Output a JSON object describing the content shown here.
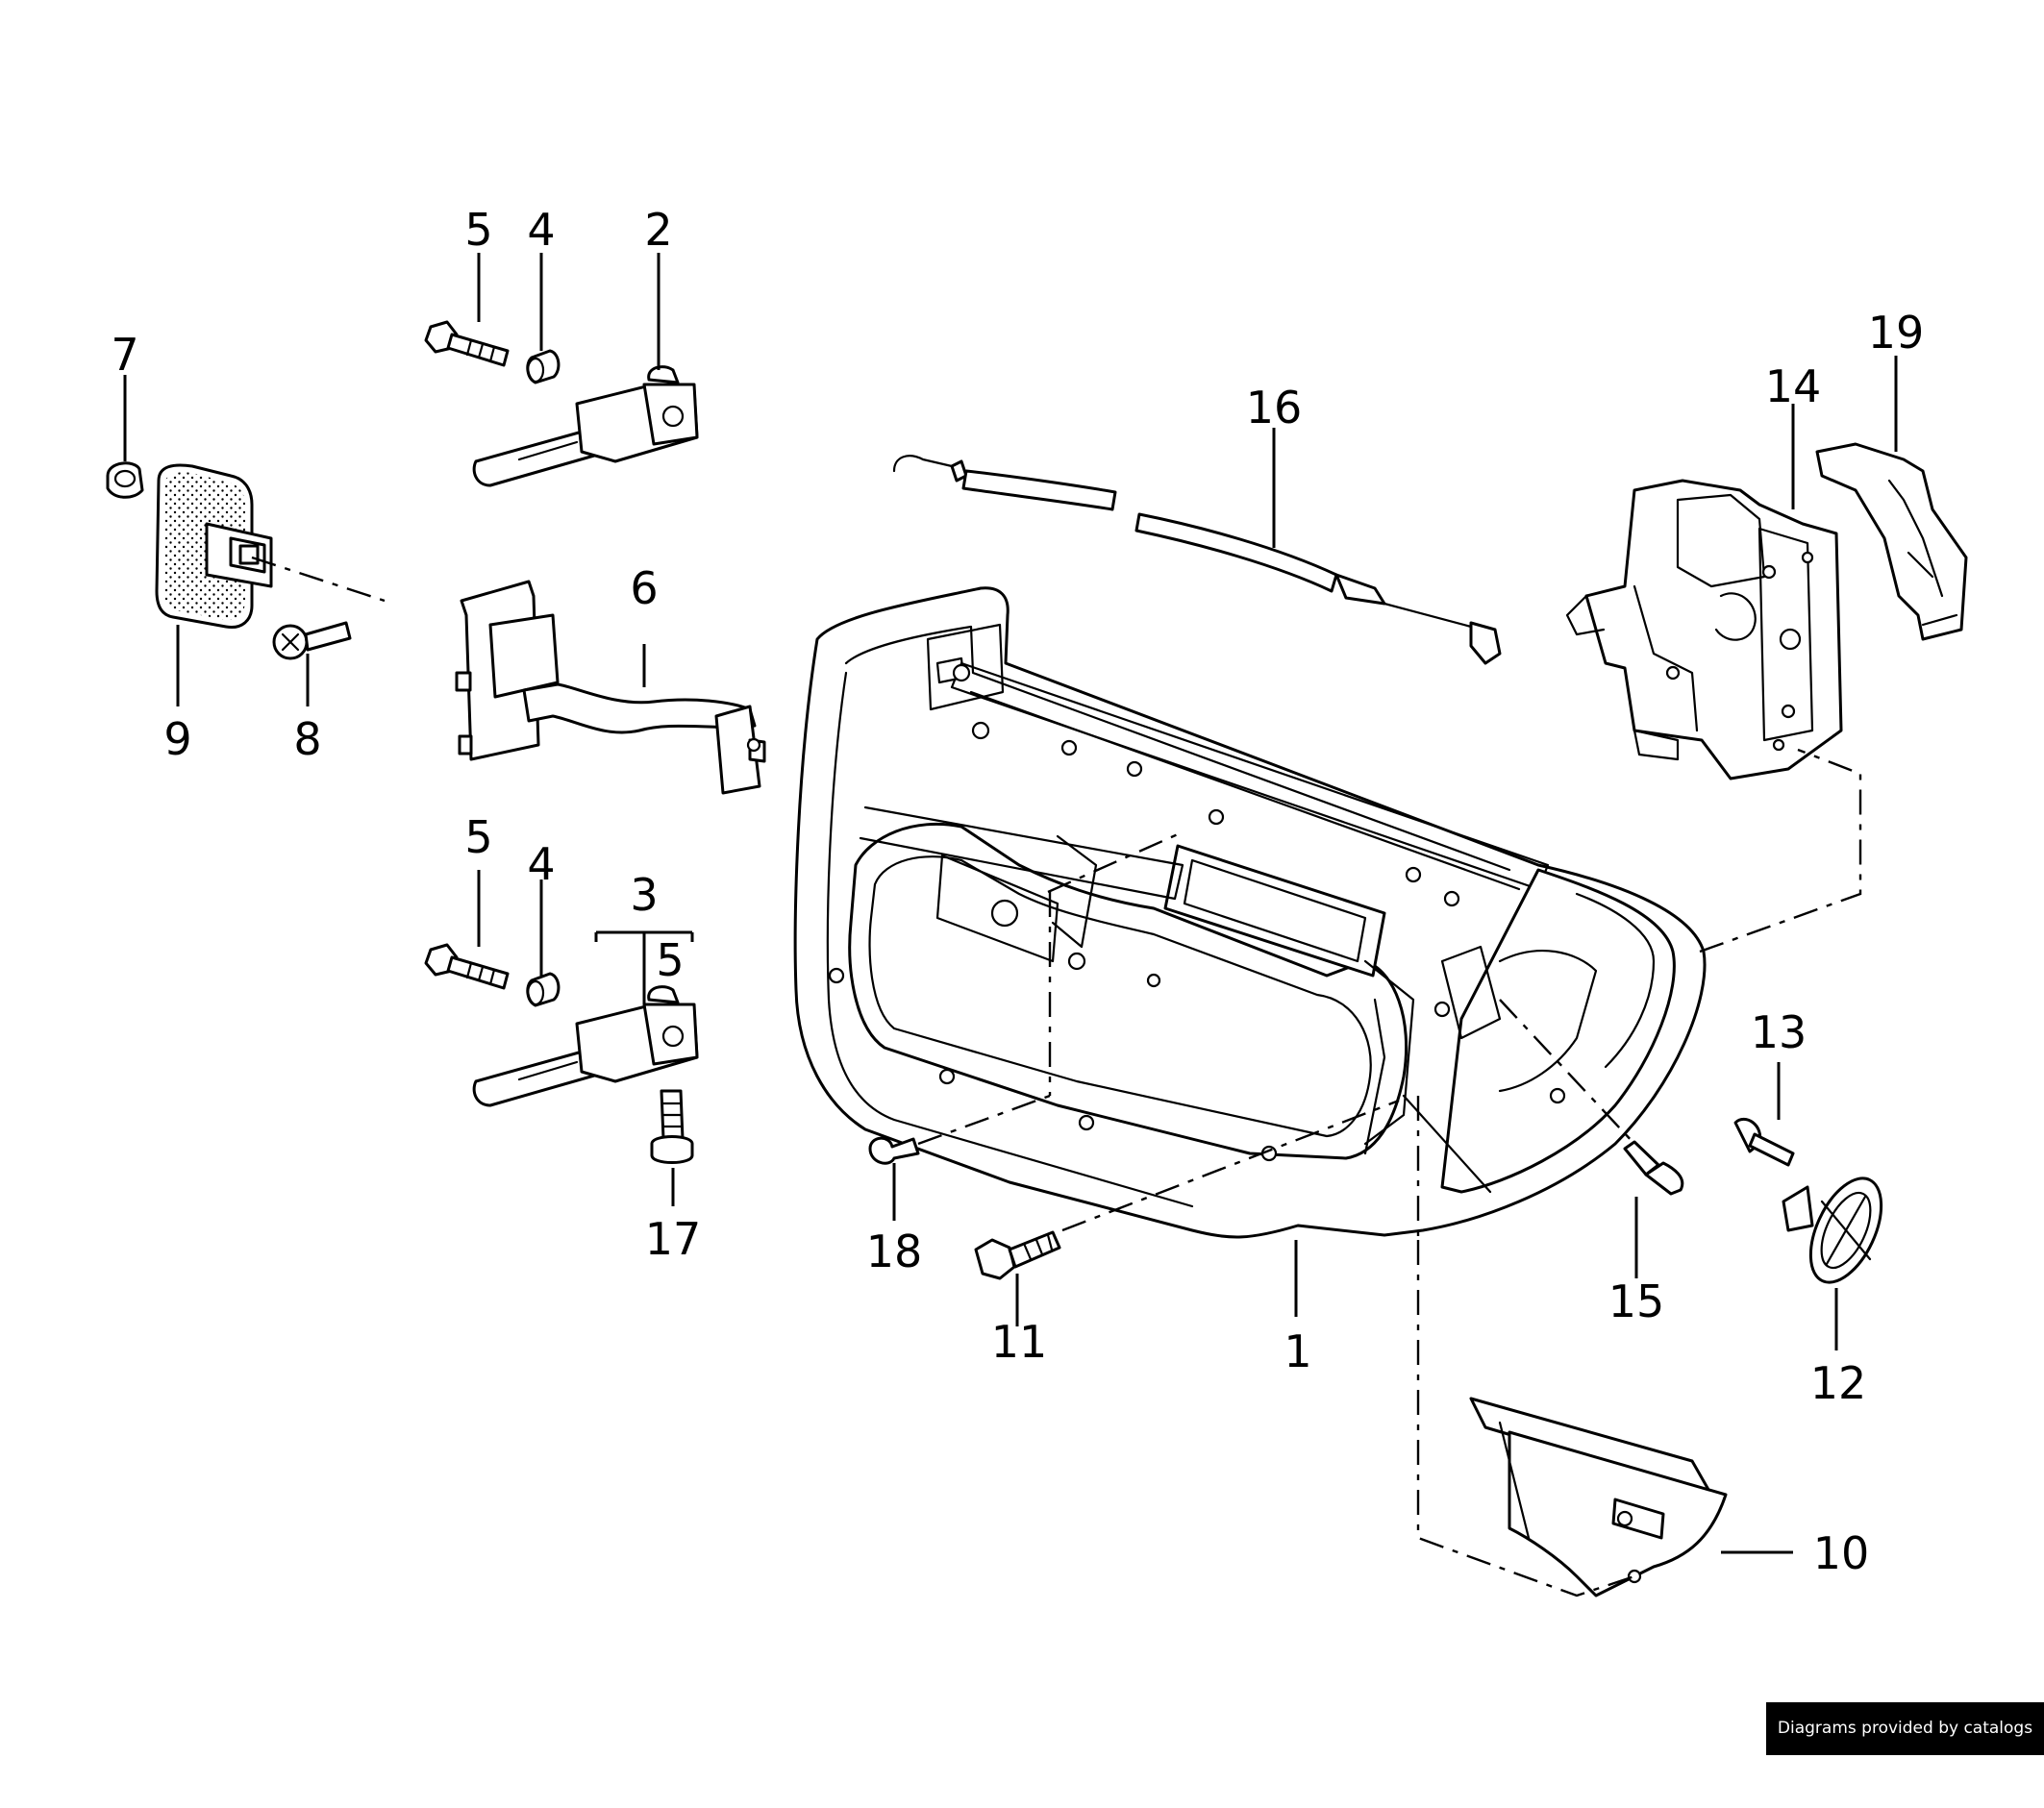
{
  "callouts": {
    "c1": "1",
    "c2": "2",
    "c3": "3",
    "c3_sub": "5",
    "c4_top": "4",
    "c4_bottom": "4",
    "c5_top": "5",
    "c5_bottom": "5",
    "c6": "6",
    "c7": "7",
    "c8": "8",
    "c9": "9",
    "c10": "10",
    "c11": "11",
    "c12": "12",
    "c13": "13",
    "c14": "14",
    "c15": "15",
    "c16": "16",
    "c17": "17",
    "c18": "18",
    "c19": "19"
  },
  "credit": "Diagrams provided by catalogs parts",
  "colors": {
    "line": "#000000",
    "background": "#ffffff",
    "credit_bg": "#000000",
    "credit_text": "#ffffff"
  }
}
